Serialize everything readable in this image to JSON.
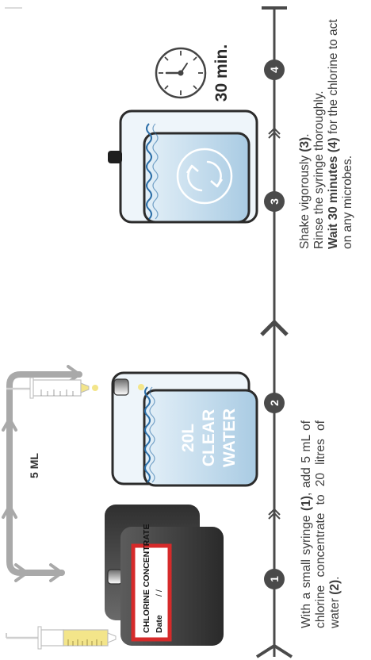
{
  "steps": [
    "1",
    "2",
    "3",
    "4"
  ],
  "transfer_label": "5 ML",
  "label_card": {
    "title": "CHLORINE CONCENTRATE",
    "date_label": "Date",
    "date_value": "/ /"
  },
  "water_container": {
    "line1": "20L",
    "line2": "CLEAR",
    "line3": "WATER"
  },
  "timer_label": "30 min.",
  "captions": {
    "step1": {
      "t1": "With a small syringe ",
      "b1": "(1)",
      "t2": ", add 5 mL of chlorine concentrate to 20 litres of water ",
      "b2": "(2)",
      "t3": "."
    },
    "step2": {
      "line1_a": "Shake vigorously ",
      "line1_b": "(3)",
      "line1_c": ".",
      "line2": "Rinse the syringe thoroughly.",
      "line3_b": "Wait 30 minutes (4)",
      "line3_c": " for the chlorine to act on any microbes."
    }
  },
  "colors": {
    "timeline": "#4a4a4a",
    "arrow": "#a9a9a9",
    "water": "#bcd8ea",
    "water_line": "#2d6fa8",
    "dark_container": "#3a3a3a",
    "label_red": "#d62a2a",
    "syringe_liquid": "#f3e58a"
  }
}
